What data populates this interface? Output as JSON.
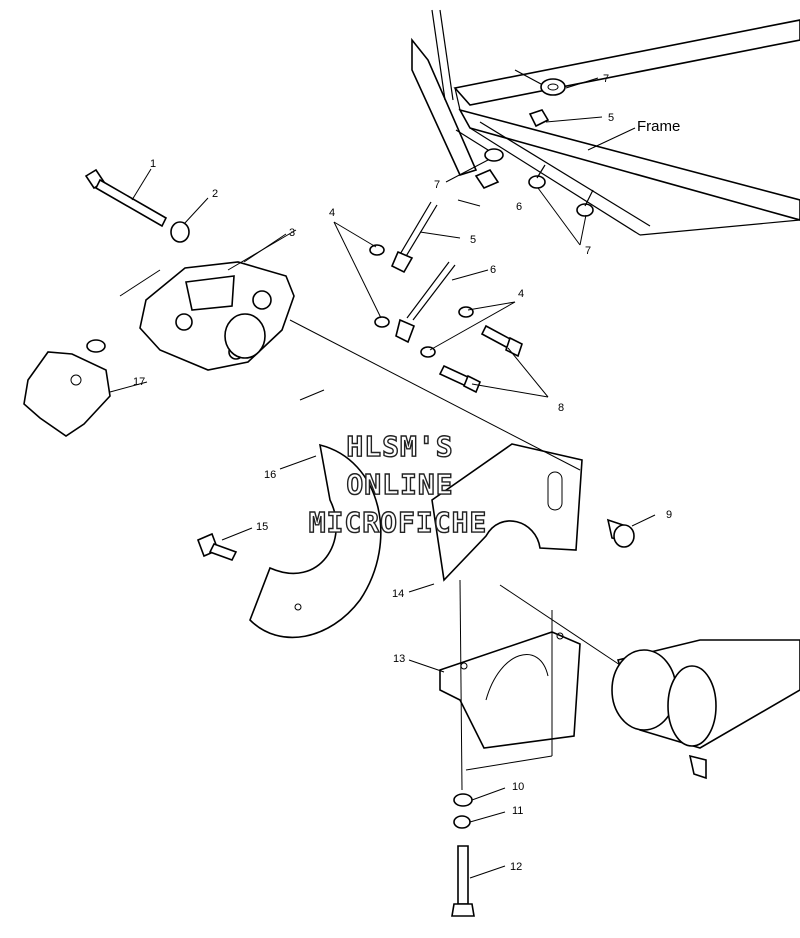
{
  "frame_label": "Frame",
  "watermark": [
    "HLSM'S",
    "ONLINE",
    "MICROFICHE"
  ],
  "callouts": {
    "c1": "1",
    "c2": "2",
    "c3": "3",
    "c4a": "4",
    "c4b": "4",
    "c5a": "5",
    "c5b": "5",
    "c6a": "6",
    "c6b": "6",
    "c7a": "7",
    "c7b": "7",
    "c7c": "7",
    "c8": "8",
    "c9": "9",
    "c10": "10",
    "c11": "11",
    "c12": "12",
    "c13": "13",
    "c14": "14",
    "c15": "15",
    "c16": "16",
    "c17": "17"
  }
}
